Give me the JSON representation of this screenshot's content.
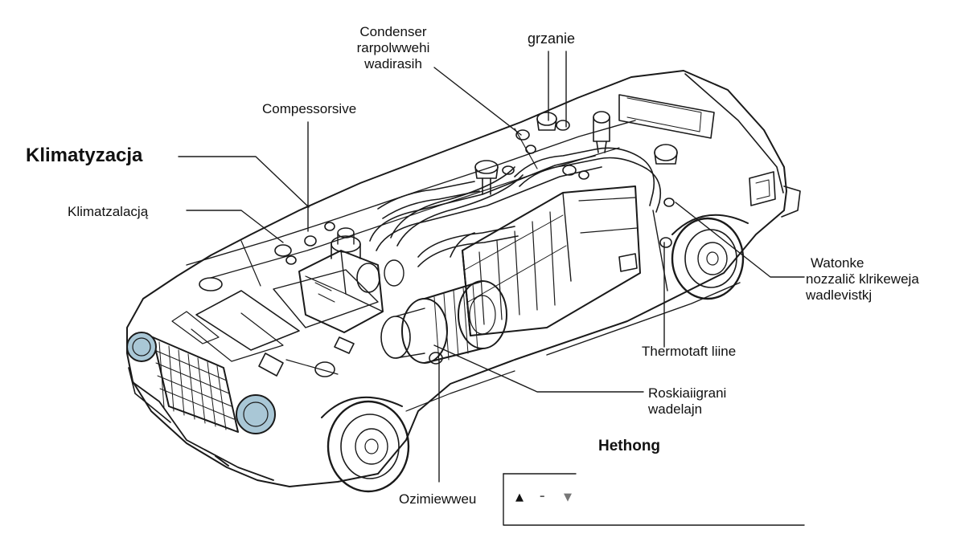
{
  "labels": {
    "condenser": [
      "Condenser",
      "rarpolwwehi",
      "wadirasih"
    ],
    "grzanie": "grzanie",
    "compressor": "Compessorsive",
    "title": "Klimatyzacja",
    "klimatzalacja": "Klimatzalacją",
    "watonke": [
      "Watonke",
      "nozzalič klrikeweja",
      "wadlevistkj"
    ],
    "thermostat": "Thermotaft liine",
    "roskiai": [
      "Roskiaiigrani",
      "wadelajn"
    ],
    "hethong": "Hethong",
    "ozimiewweu": "Ozimiewweu"
  },
  "controls": {
    "up": "▲",
    "dash": "–",
    "down": "▼"
  },
  "colors": {
    "line": "#1a1a1a",
    "headlight": "#a9c7d6",
    "text": "#111111"
  }
}
